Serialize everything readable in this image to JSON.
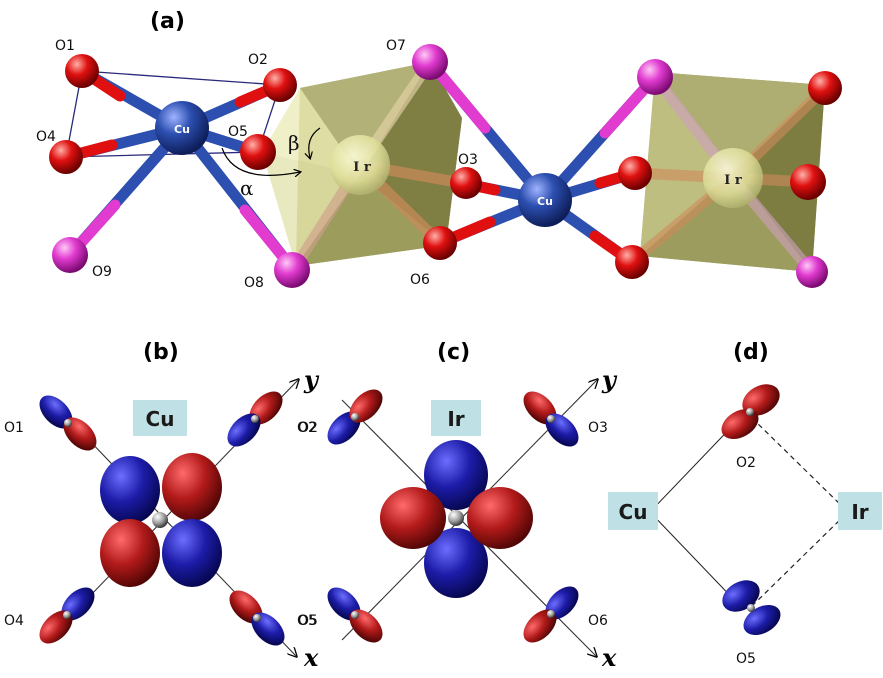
{
  "colors": {
    "cu": "#2c4fb0",
    "oxygen": "#e01010",
    "pink": "#e13bd0",
    "ir_octahedron": "#b8b878",
    "lobe_red": "#b21a1a",
    "lobe_blue": "#1c1ca8",
    "label_box": "#bfe0e4"
  },
  "panel_a": {
    "title": "(a)",
    "labels": {
      "o1": "O1",
      "o2": "O2",
      "o4": "O4",
      "o5": "O5",
      "o7": "O7",
      "o3": "O3",
      "o6": "O6",
      "o8": "O8",
      "o9": "O9"
    },
    "cu1": "Cu",
    "ir1": "I r",
    "cu2": "Cu",
    "ir2": "I r",
    "alpha": "α",
    "beta": "β"
  },
  "panel_b": {
    "title": "(b)",
    "center": "Cu",
    "o1": "O1",
    "o2": "O2",
    "o4": "O4",
    "o5": "O5",
    "x_axis": "x",
    "y_axis": "y"
  },
  "panel_c": {
    "title": "(c)",
    "center": "Ir",
    "o2": "O2",
    "o3": "O3",
    "o5": "O5",
    "o6": "O6",
    "x_axis": "x",
    "y_axis": "y"
  },
  "panel_d": {
    "title": "(d)",
    "left": "Cu",
    "right": "Ir",
    "top": "O2",
    "bottom": "O5"
  }
}
